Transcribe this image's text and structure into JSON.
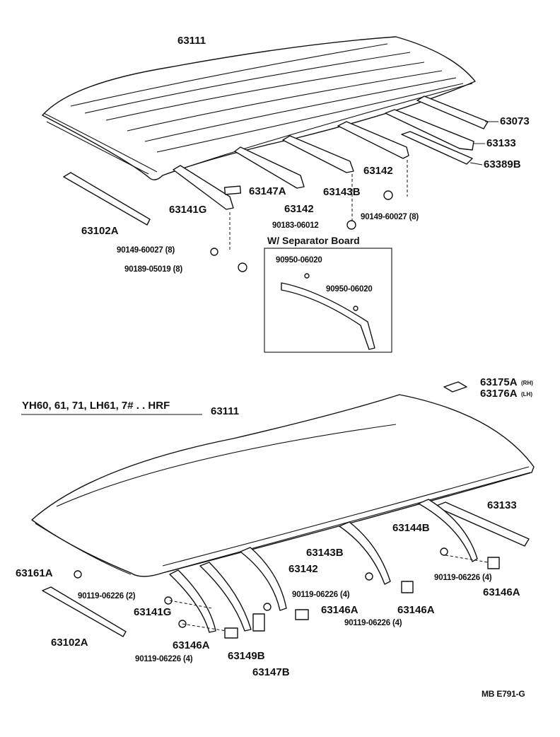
{
  "upper": {
    "roof_panel": "63111",
    "part_63073": "63073",
    "part_63133": "63133",
    "part_63389b": "63389B",
    "part_63142_right": "63142",
    "part_63143b": "63143B",
    "part_63142_mid": "63142",
    "part_63147a": "63147A",
    "part_63141g": "63141G",
    "part_63102a": "63102A",
    "bolt_right": "90149-60027 (8)",
    "clip_90183": "90183-06012",
    "bolt_left": "90149-60027 (8)",
    "nut_left": "90189-05019 (8)",
    "inset_title": "W/ Separator Board",
    "inset_clip_1": "90950-06020",
    "inset_clip_2": "90950-06020"
  },
  "lower": {
    "model_note": "YH60, 61, 71, LH61, 7# . . HRF",
    "roof_panel": "63111",
    "part_63175a": "63175A",
    "part_63175a_side": "(RH)",
    "part_63176a": "63176A",
    "part_63176a_side": "(LH)",
    "part_63133": "63133",
    "part_63144b": "63144B",
    "part_63143b": "63143B",
    "part_63142": "63142",
    "part_63161a": "63161A",
    "bolt_a": "90119-06226 (2)",
    "part_63141g": "63141G",
    "part_63146a_left": "63146A",
    "bolt_b": "90119-06226 (4)",
    "part_63149b": "63149B",
    "part_63147b": "63147B",
    "part_63102a": "63102A",
    "bolt_c": "90119-06226 (4)",
    "part_63146a_mid": "63146A",
    "bolt_d": "90119-06226 (4)",
    "part_63146a_right": "63146A",
    "bolt_e": "90119-06226 (4)",
    "part_63146a_far": "63146A"
  },
  "footer": {
    "code": "MB  E791-G"
  }
}
